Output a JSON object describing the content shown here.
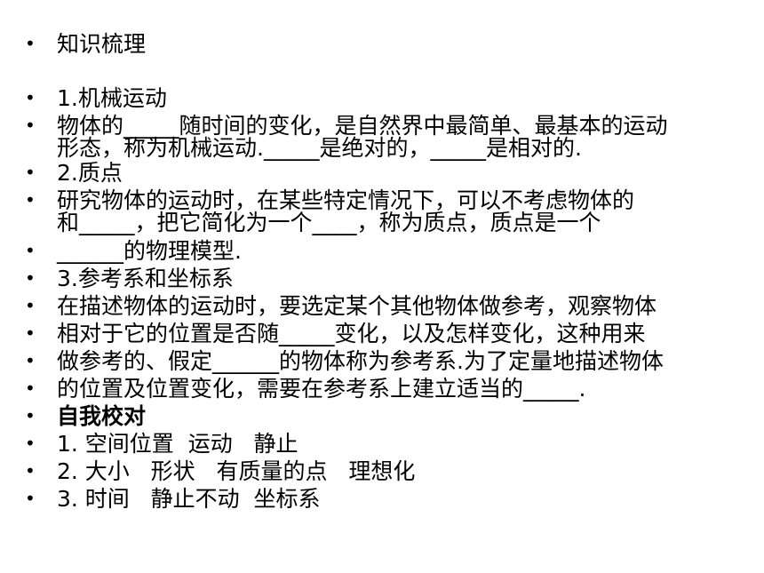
{
  "slide": {
    "items": [
      {
        "text": "知识梳理"
      },
      {
        "text": "1.机械运动"
      },
      {
        "text": "物体的_____随时间的变化，是自然界中最简单、最基本的运动\n形态，称为机械运动._____是绝对的，_____是相对的."
      },
      {
        "text": "2.质点"
      },
      {
        "text": "研究物体的运动时，在某些特定情况下，可以不考虑物体的\n和_____，把它简化为一个____，称为质点，质点是一个"
      },
      {
        "text": "______的物理模型."
      },
      {
        "text": "3.参考系和坐标系"
      },
      {
        "text": "在描述物体的运动时，要选定某个其他物体做参考，观察物体"
      },
      {
        "text": "相对于它的位置是否随_____变化，以及怎样变化，这种用来"
      },
      {
        "text": "做参考的、假定______的物体称为参考系.为了定量地描述物体"
      },
      {
        "text": "的位置及位置变化，需要在参考系上建立适当的_____."
      },
      {
        "text": "自我校对"
      },
      {
        "text": "1. 空间位置  运动   静止"
      },
      {
        "text": "2. 大小   形状   有质量的点   理想化"
      },
      {
        "text": "3. 时间   静止不动  坐标系"
      }
    ],
    "bullet_char": "•"
  }
}
